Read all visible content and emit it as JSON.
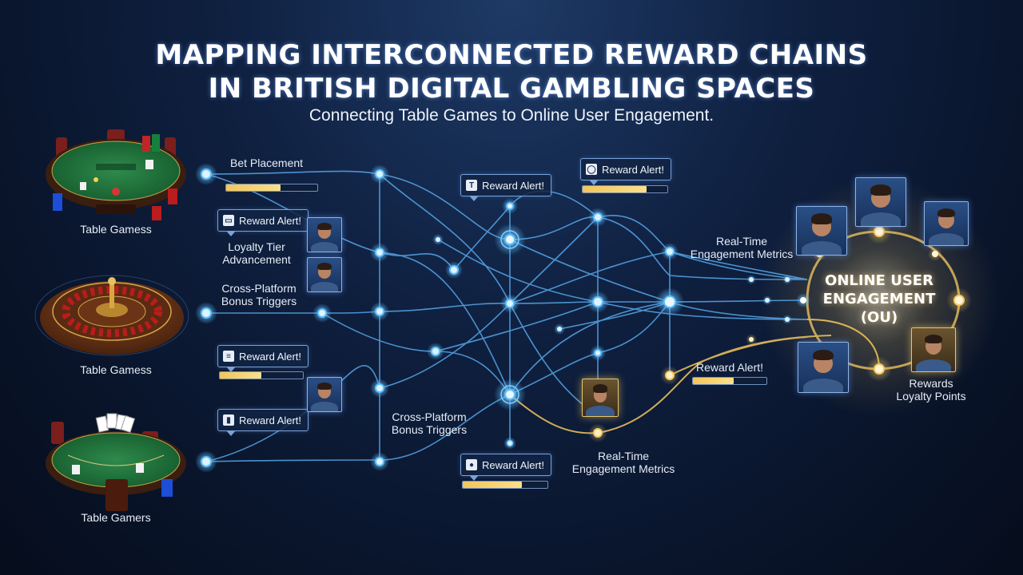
{
  "header": {
    "title_line1": "MAPPING INTERCONNECTED REWARD CHAINS",
    "title_line2": "IN BRITISH DIGITAL GAMBLING SPACES",
    "subtitle": "Connecting Table Games to Online User Engagement."
  },
  "sources": [
    {
      "label": "Table Gamess",
      "kind": "poker-table"
    },
    {
      "label": "Table Gamess",
      "kind": "roulette-wheel"
    },
    {
      "label": "Table Gamers",
      "kind": "blackjack-table"
    }
  ],
  "labels": {
    "bet_placement": "Bet Placement",
    "loyalty_tier": "Loyalty Tier\nAdvancement",
    "cross_platform_1": "Cross-Platform\nBonus Triggers",
    "cross_platform_2": "Cross-Platform\nBonus Triggers",
    "realtime_1": "Real-Time\nEngagement Metrics",
    "realtime_2": "Real-Time\nEngagement Metrics",
    "rewards": "Rewards\nLoyalty Points",
    "reward_alert_plain": "Reward Alert!"
  },
  "bubbles": [
    {
      "text": "Reward Alert!",
      "icon": "trophy-icon"
    },
    {
      "text": "Reward Alert!",
      "icon": "shield-icon"
    },
    {
      "text": "Reward Alert!",
      "icon": "card-icon"
    },
    {
      "text": "Reward Alert!",
      "icon": "chip-icon"
    },
    {
      "text": "Reward Alert!",
      "icon": "person-icon"
    },
    {
      "text": "Reward Alert!",
      "icon": "coin-icon"
    }
  ],
  "progress": {
    "bet_placement": 0.6,
    "bubble_top_right": 0.75,
    "mid_left": 0.5,
    "bottom_center": 0.7,
    "reward_alert_right": 0.55
  },
  "hub": {
    "line1": "ONLINE USER",
    "line2": "ENGAGEMENT",
    "line3": "(OU)"
  },
  "colors": {
    "node_blue": "#5fc0ff",
    "node_gold": "#f5c860",
    "background": "#0a1426"
  }
}
